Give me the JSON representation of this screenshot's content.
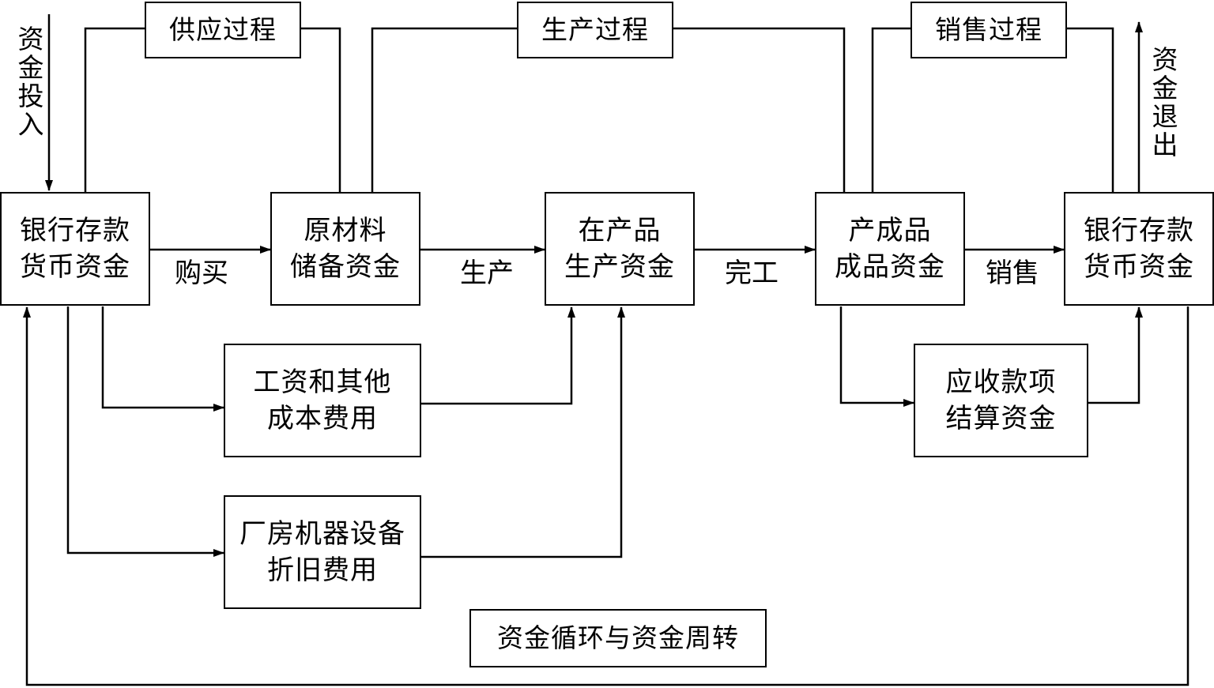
{
  "processes": {
    "supply": "供应过程",
    "production": "生产过程",
    "sales": "销售过程"
  },
  "nodes": {
    "bank_left": [
      "银行存款",
      "货币资金"
    ],
    "raw_material": [
      "原材料",
      "储备资金"
    ],
    "wip": [
      "在产品",
      "生产资金"
    ],
    "finished": [
      "产成品",
      "成品资金"
    ],
    "bank_right": [
      "银行存款",
      "货币资金"
    ],
    "wages": [
      "工资和其他",
      "成本费用"
    ],
    "depreciation": [
      "厂房机器设备",
      "折旧费用"
    ],
    "receivables": [
      "应收款项",
      "结算资金"
    ]
  },
  "flows": {
    "purchase": "购买",
    "produce": "生产",
    "complete": "完工",
    "sell": "销售"
  },
  "fund_in": [
    "资",
    "金",
    "投",
    "入"
  ],
  "fund_out": [
    "资",
    "金",
    "退",
    "出"
  ],
  "caption": "资金循环与资金周转"
}
